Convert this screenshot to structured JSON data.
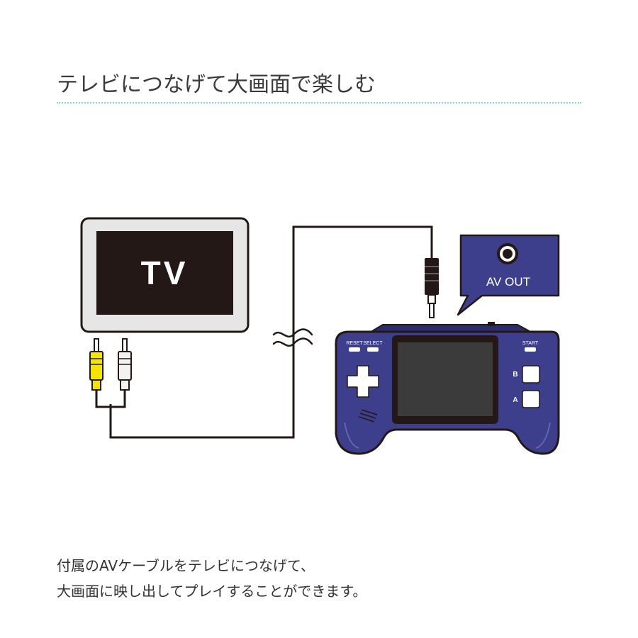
{
  "heading": "テレビにつなげて大画面で楽しむ",
  "diagram": {
    "tv_label": "TV",
    "av_out_label": "AV OUT",
    "buttons": {
      "reset": "RESET",
      "select": "SELECT",
      "start": "START",
      "b": "B",
      "a": "A"
    }
  },
  "description": {
    "line1": "付属のAVケーブルをテレビにつなげて、",
    "line2": "大画面に映し出してプレイすることができます。"
  },
  "colors": {
    "console_body": "#3d3e8c",
    "console_dark": "#2c2d6e",
    "console_screen": "#3b3b3b",
    "tv_bezel": "#e6e6e6",
    "tv_screen": "#231815",
    "rca_yellow": "#f4e400",
    "rca_white": "#f2f2f2",
    "rule": "#8ec9e8"
  },
  "icons": {
    "break_mark": "wavy-break-icon",
    "dpad": "dpad-icon",
    "speaker": "speaker-grille-icon",
    "av_port": "av-port-icon"
  }
}
